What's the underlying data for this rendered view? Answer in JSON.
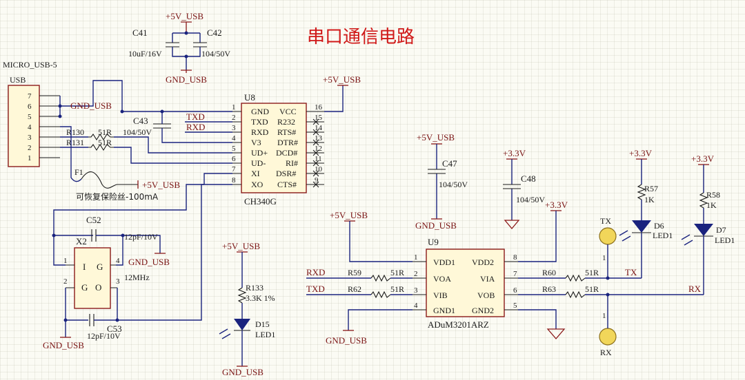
{
  "title": "串口通信电路",
  "power": {
    "p5v": "+5V_USB",
    "p33": "+3.3V",
    "gnd": "GND_USB"
  },
  "usb": {
    "name": "MICRO_USB-5",
    "ref": "USB",
    "pins": [
      "7",
      "6",
      "5",
      "4",
      "3",
      "2",
      "1"
    ]
  },
  "c41": {
    "ref": "C41",
    "value": "10uF/16V"
  },
  "c42": {
    "ref": "C42",
    "value": "104/50V"
  },
  "c43": {
    "ref": "C43",
    "value": "104/50V"
  },
  "r130": {
    "ref": "R130",
    "value": "51R"
  },
  "r131": {
    "ref": "R131",
    "value": "51R"
  },
  "f1": {
    "ref": "F1",
    "value": "可恢复保险丝-100mA"
  },
  "u8": {
    "ref": "U8",
    "part": "CH340G",
    "left_pins": [
      {
        "num": "1",
        "name": "GND"
      },
      {
        "num": "2",
        "name": "TXD"
      },
      {
        "num": "3",
        "name": "RXD"
      },
      {
        "num": "4",
        "name": "V3"
      },
      {
        "num": "5",
        "name": "UD+"
      },
      {
        "num": "6",
        "name": "UD-"
      },
      {
        "num": "7",
        "name": "XI"
      },
      {
        "num": "8",
        "name": "XO"
      }
    ],
    "right_pins": [
      {
        "num": "16",
        "name": "VCC"
      },
      {
        "num": "15",
        "name": "R232"
      },
      {
        "num": "14",
        "name": "RTS#"
      },
      {
        "num": "13",
        "name": "DTR#"
      },
      {
        "num": "12",
        "name": "DCD#"
      },
      {
        "num": "11",
        "name": "RI#"
      },
      {
        "num": "10",
        "name": "DSR#"
      },
      {
        "num": "9",
        "name": "CTS#"
      }
    ]
  },
  "nets": {
    "txd": "TXD",
    "rxd": "RXD",
    "tx": "TX",
    "rx": "RX"
  },
  "c52": {
    "ref": "C52",
    "value": "12pF/10V"
  },
  "c53": {
    "ref": "C53",
    "value": "12pF/10V"
  },
  "x2": {
    "ref": "X2",
    "freq": "12MHz",
    "i": "I",
    "g": "G",
    "o": "O",
    "pins": [
      "1",
      "2",
      "3",
      "4"
    ]
  },
  "r133": {
    "ref": "R133",
    "value": "3.3K 1%"
  },
  "d15": {
    "ref": "D15",
    "part": "LED1"
  },
  "c47": {
    "ref": "C47",
    "value": "104/50V"
  },
  "c48": {
    "ref": "C48",
    "value": "104/50V"
  },
  "u9": {
    "ref": "U9",
    "part": "ADuM3201ARZ",
    "left_pins": [
      {
        "num": "1",
        "name": "VDD1"
      },
      {
        "num": "2",
        "name": "VOA"
      },
      {
        "num": "3",
        "name": "VIB"
      },
      {
        "num": "4",
        "name": "GND1"
      }
    ],
    "right_pins": [
      {
        "num": "8",
        "name": "VDD2"
      },
      {
        "num": "7",
        "name": "VIA"
      },
      {
        "num": "6",
        "name": "VOB"
      },
      {
        "num": "5",
        "name": "GND2"
      }
    ]
  },
  "r59": {
    "ref": "R59",
    "value": "51R"
  },
  "r62": {
    "ref": "R62",
    "value": "51R"
  },
  "r60": {
    "ref": "R60",
    "value": "51R"
  },
  "r63": {
    "ref": "R63",
    "value": "51R"
  },
  "r57": {
    "ref": "R57",
    "value": "1K"
  },
  "r58": {
    "ref": "R58",
    "value": "1K"
  },
  "d6": {
    "ref": "D6",
    "part": "LED1"
  },
  "d7": {
    "ref": "D7",
    "part": "LED1"
  },
  "tp": {
    "pin": "1"
  }
}
